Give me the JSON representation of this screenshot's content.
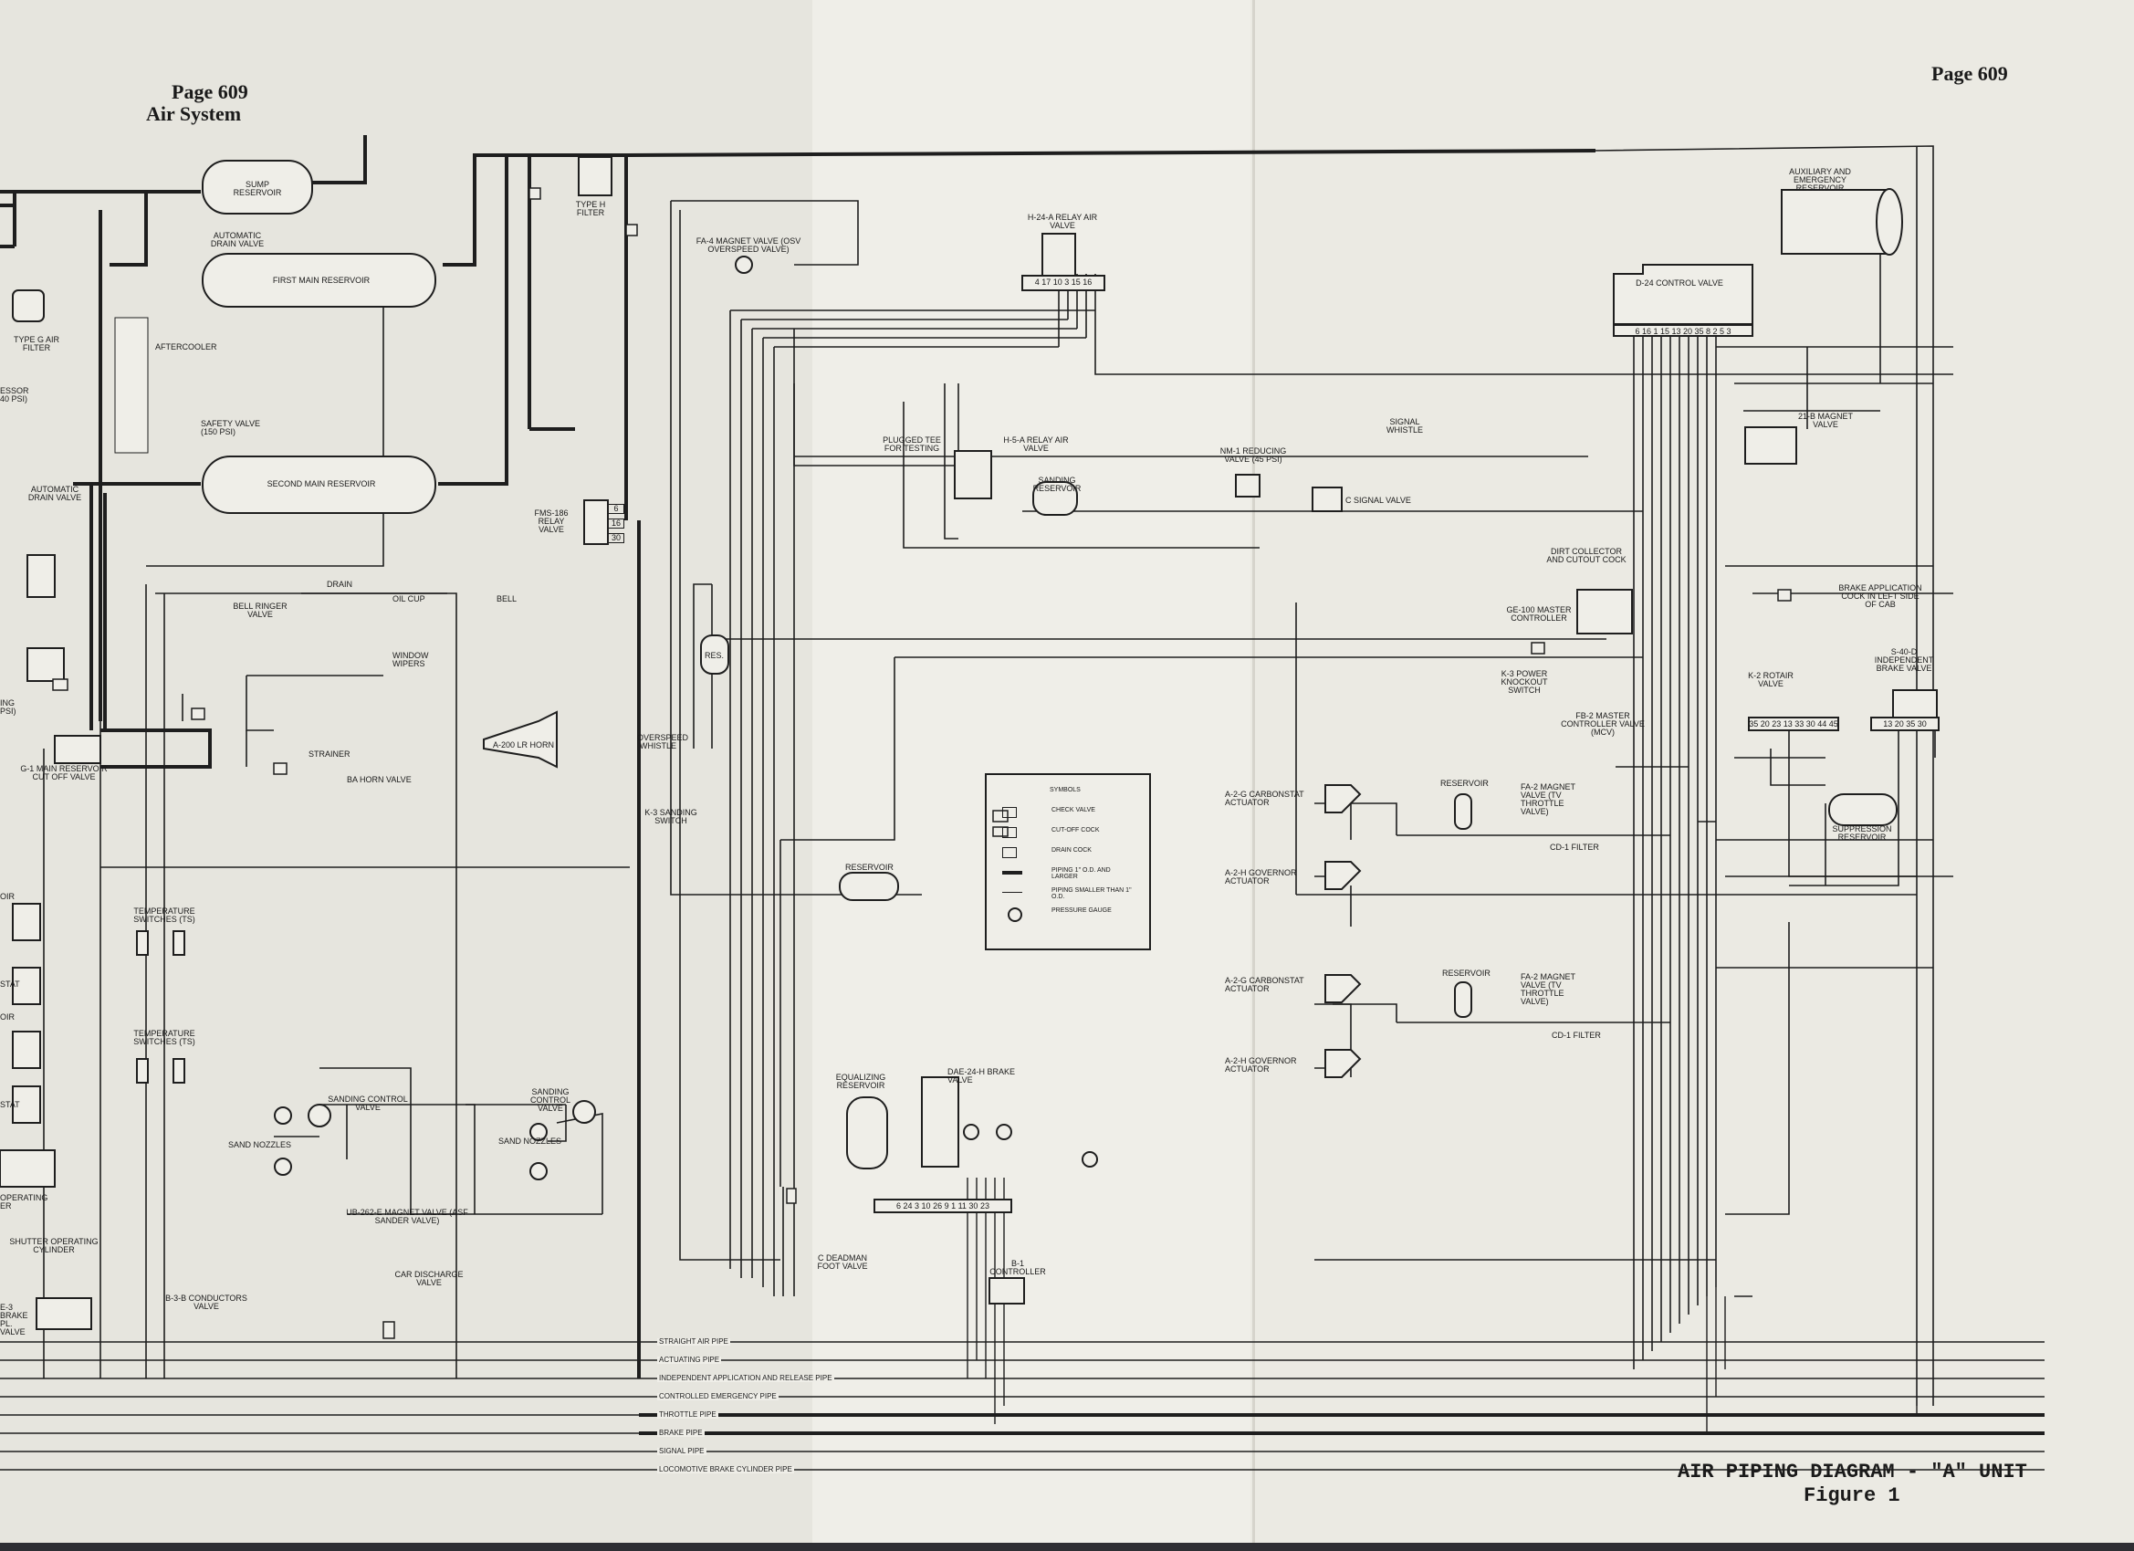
{
  "page": {
    "left_page_number": "Page 609",
    "left_section": "Air System",
    "right_page_number": "Page 609",
    "figure_title": "AIR PIPING DIAGRAM - \"A\" UNIT",
    "figure_number": "Figure 1"
  },
  "components": {
    "sump_reservoir": "SUMP RESERVOIR",
    "automatic_drain_valve_top": "AUTOMATIC DRAIN VALVE",
    "first_main_reservoir": "FIRST MAIN RESERVOIR",
    "type_g_air_filter": "TYPE G AIR FILTER",
    "aftercooler": "AFTERCOOLER",
    "compressor_fragment": "ESSOR 40 PSI)",
    "safety_valve": "SAFETY VALVE (150 PSI)",
    "automatic_drain_valve_left": "AUTOMATIC DRAIN VALVE",
    "second_main_reservoir": "SECOND MAIN RESERVOIR",
    "type_h_filter": "TYPE H FILTER",
    "fms186_relay_valve": "FMS-186 RELAY VALVE",
    "drain": "DRAIN",
    "oil_cup": "OIL CUP",
    "bell": "BELL",
    "bell_ringer_valve": "BELL RINGER VALVE",
    "window_wipers": "WINDOW WIPERS",
    "strainer": "STRAINER",
    "a200_lr_horn": "A-200 LR HORN",
    "ba_horn_valve": "BA HORN VALVE",
    "g1_main_reservoir_cutoff": "G-1 MAIN RESERVOIR CUT OFF VALVE",
    "temperature_switches_1": "TEMPERATURE SWITCHES (TS)",
    "temperature_switches_2": "TEMPERATURE SWITCHES (TS)",
    "sanding_control_valve_left": "SANDING CONTROL VALVE",
    "sanding_control_valve_right": "SANDING CONTROL VALVE",
    "sand_nozzles_left": "SAND NOZZLES",
    "sand_nozzles_right": "SAND NOZZLES",
    "ub262e_magnet_valve": "UB-262-E MAGNET VALVE (ASF SANDER VALVE)",
    "shutter_operating_cylinder": "SHUTTER OPERATING CYLINDER",
    "operating_cylinder_fragment": "OPERATING ER",
    "car_discharge_valve": "CAR DISCHARGE VALVE",
    "b3b_conductors_valve": "B-3-B CONDUCTORS VALVE",
    "brake_fragment": "E-3 BRAKE PL. VALVE",
    "fa4_magnet_valve": "FA-4 MAGNET VALVE (OSV OVERSPEED VALVE)",
    "h24a_relay_air_valve": "H-24-A RELAY AIR VALVE",
    "h24a_ports": "4 17 10 3 15 16",
    "plugged_tee": "PLUGGED TEE FOR TESTING",
    "h5a_relay_air_valve": "H-5-A RELAY AIR VALVE",
    "sanding_reservoir": "SANDING RESERVOIR",
    "res": "RES.",
    "overspeed_whistle": "OVERSPEED WHISTLE",
    "k3_sanding_switch": "K-3 SANDING SWITCH",
    "reservoir_mid": "RESERVOIR",
    "equalizing_reservoir": "EQUALIZING RESERVOIR",
    "dae24h_brake_valve": "DAE-24-H BRAKE VALVE",
    "brake_valve_ports": "6 24 3 10 26 9 1 11 30 23",
    "c_deadman_foot_valve": "C DEADMAN FOOT VALVE",
    "b1_controller": "B-1 CONTROLLER",
    "nm1_reducing_valve": "NM-1 REDUCING VALVE (45 PSI)",
    "signal_whistle": "SIGNAL WHISTLE",
    "c_signal_valve": "C SIGNAL VALVE",
    "auxiliary_emergency_reservoir": "AUXILIARY AND EMERGENCY RESERVOIR",
    "d24_control_valve": "D-24 CONTROL VALVE",
    "d24_ports": "6 16 1 15 13 20 35 8 2 5 3",
    "magnet_21b_valve": "21-B MAGNET VALVE",
    "dirt_collector": "DIRT COLLECTOR AND CUTOUT COCK",
    "brake_application_cock": "BRAKE APPLICATION COCK IN LEFT SIDE OF CAB",
    "ge100_master_controller": "GE-100 MASTER CONTROLLER",
    "k3_power_knockout_switch": "K-3 POWER KNOCKOUT SWITCH",
    "fb2_master_controller_valve": "FB-2 MASTER CONTROLLER VALVE (MCV)",
    "k2_rotair_valve": "K-2 ROTAIR VALVE",
    "k2_ports": "35 20 23 13 33 30 44 45",
    "s40d_independent_brake_valve": "S-40-D INDEPENDENT BRAKE VALVE",
    "s40d_ports": "13 20 35 30",
    "suppression_reservoir": "SUPPRESSION RESERVOIR",
    "a2g_carbonstat_1": "A-2-G CARBONSTAT ACTUATOR",
    "a2h_governor_1": "A-2-H GOVERNOR ACTUATOR",
    "a2g_carbonstat_2": "A-2-G CARBONSTAT ACTUATOR",
    "a2h_governor_2": "A-2-H GOVERNOR ACTUATOR",
    "reservoir_upper": "RESERVOIR",
    "reservoir_lower": "RESERVOIR",
    "fa2_magnet_valve_1": "FA-2 MAGNET VALVE (TV THROTTLE VALVE)",
    "fa2_magnet_valve_2": "FA-2 MAGNET VALVE (TV THROTTLE VALVE)",
    "cd1_filter_1": "CD-1 FILTER",
    "cd1_filter_2": "CD-1 FILTER",
    "fms_ports": [
      "6",
      "16",
      "30"
    ],
    "left_edge_fragments": [
      "OIR",
      "STAT",
      "OIR",
      "STAT",
      "ING PSI)"
    ]
  },
  "legend": {
    "title": "SYMBOLS",
    "items": [
      {
        "icon": "check-valve-icon",
        "label": "CHECK VALVE"
      },
      {
        "icon": "cut-off-cock-icon",
        "label": "CUT-OFF COCK"
      },
      {
        "icon": "drain-cock-icon",
        "label": "DRAIN COCK"
      },
      {
        "icon": "heavy-pipe-icon",
        "label": "PIPING 1\" O.D. AND LARGER"
      },
      {
        "icon": "light-pipe-icon",
        "label": "PIPING SMALLER THAN 1\" O.D."
      },
      {
        "icon": "pressure-gauge-icon",
        "label": "PRESSURE GAUGE"
      }
    ]
  },
  "pipes": [
    "STRAIGHT AIR PIPE",
    "ACTUATING PIPE",
    "INDEPENDENT APPLICATION AND RELEASE PIPE",
    "CONTROLLED EMERGENCY PIPE",
    "THROTTLE PIPE",
    "BRAKE PIPE",
    "SIGNAL PIPE",
    "LOCOMOTIVE BRAKE CYLINDER PIPE"
  ]
}
